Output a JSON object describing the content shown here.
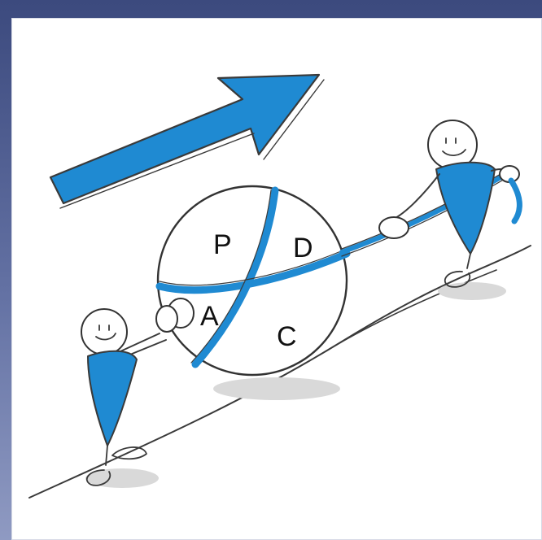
{
  "illustration": {
    "ball_letters": {
      "plan": "P",
      "do": "D",
      "act": "A",
      "check": "C"
    },
    "accent_color": "#1f8ad2",
    "frame_color": "#5c6a9c"
  }
}
